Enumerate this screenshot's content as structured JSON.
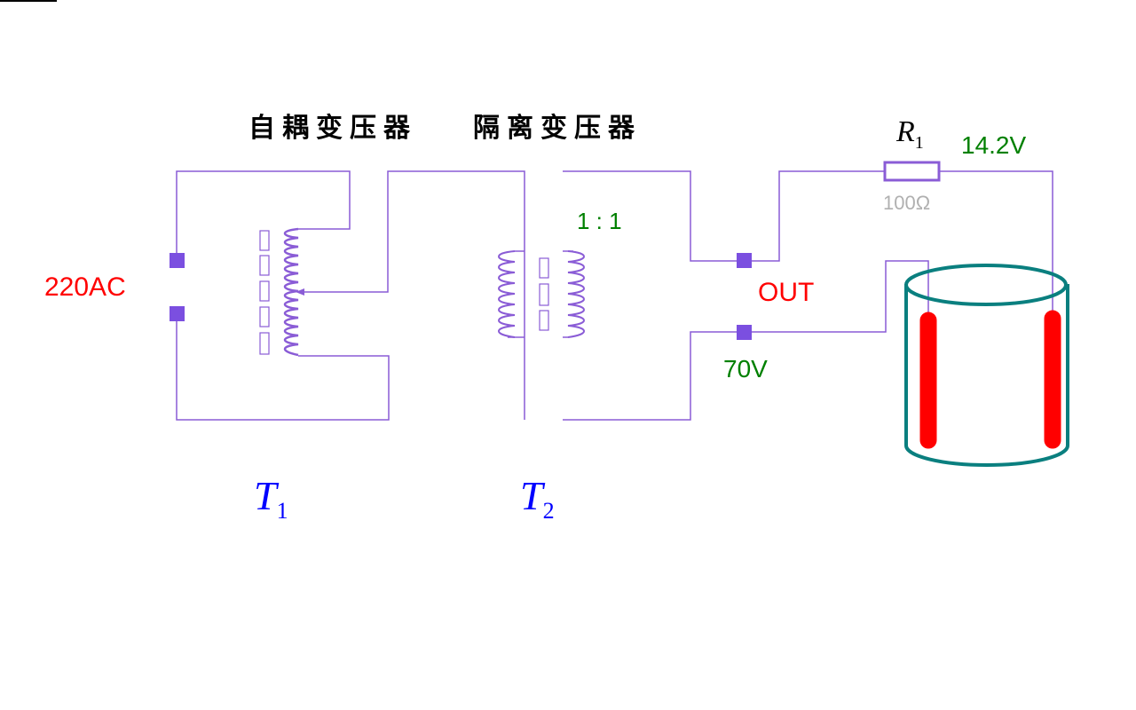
{
  "labels": {
    "autotransformer_title": "自耦变压器",
    "isolation_title": "隔离变压器",
    "input_voltage": "220AC",
    "output_label": "OUT",
    "output_voltage": "70V",
    "ratio": "1 : 1",
    "resistor_voltage": "14.2V",
    "resistor_value": "100Ω",
    "resistor_name": "R",
    "resistor_sub": "1",
    "t1_name": "T",
    "t1_sub": "1",
    "t2_name": "T",
    "t2_sub": "2"
  },
  "colors": {
    "wire": "#8a5cd6",
    "coil": "#8a5cd6",
    "terminal": "#7b4fe0",
    "electrode": "#ff0000",
    "container": "#0a7f7f",
    "input_text": "#ff0000",
    "green_text": "#008000",
    "symbol_text": "#0000ff",
    "resistor_value_text": "#b0b0b0"
  }
}
